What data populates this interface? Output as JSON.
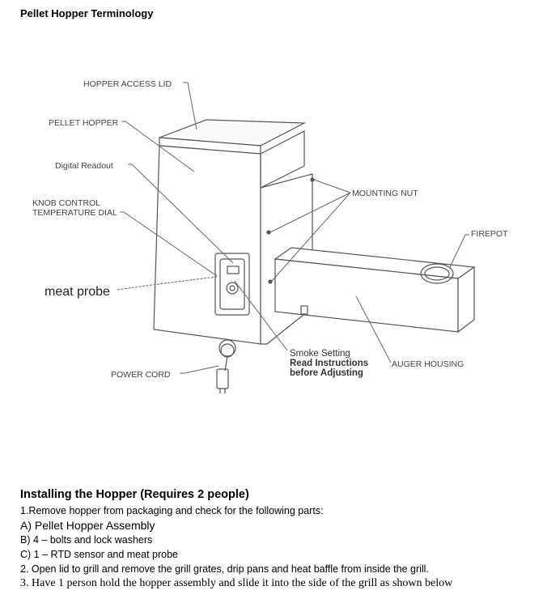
{
  "title": "Pellet Hopper Terminology",
  "diagram": {
    "labels": {
      "hopper_access_lid": "HOPPER ACCESS LID",
      "pellet_hopper": "PELLET HOPPER",
      "digital_readout": "Digital Readout",
      "knob_control_line1": "KNOB CONTROL",
      "knob_control_line2": "TEMPERATURE DIAL",
      "meat_probe": "meat probe",
      "power_cord": "POWER CORD",
      "mounting_nut": "MOUNTING NUT",
      "firepot": "FIREPOT",
      "smoke_setting_line1": "Smoke Setting",
      "smoke_setting_line2": "Read Instructions",
      "smoke_setting_line3": "before Adjusting",
      "auger_housing": "AUGER HOUSING"
    }
  },
  "instructions": {
    "heading": "Installing the Hopper (Requires 2 people)",
    "step1": "1.Remove hopper from packaging and check for the following parts:",
    "part_a": "A) Pellet Hopper Assembly",
    "part_b": "B) 4 – bolts and lock washers",
    "part_c": "C) 1 – RTD sensor and meat probe",
    "step2": "2. Open lid to grill and remove the grill grates, drip pans and heat baffle from inside the grill.",
    "step3": "3. Have 1 person hold the hopper assembly and slide it into the side of the grill as shown below"
  }
}
